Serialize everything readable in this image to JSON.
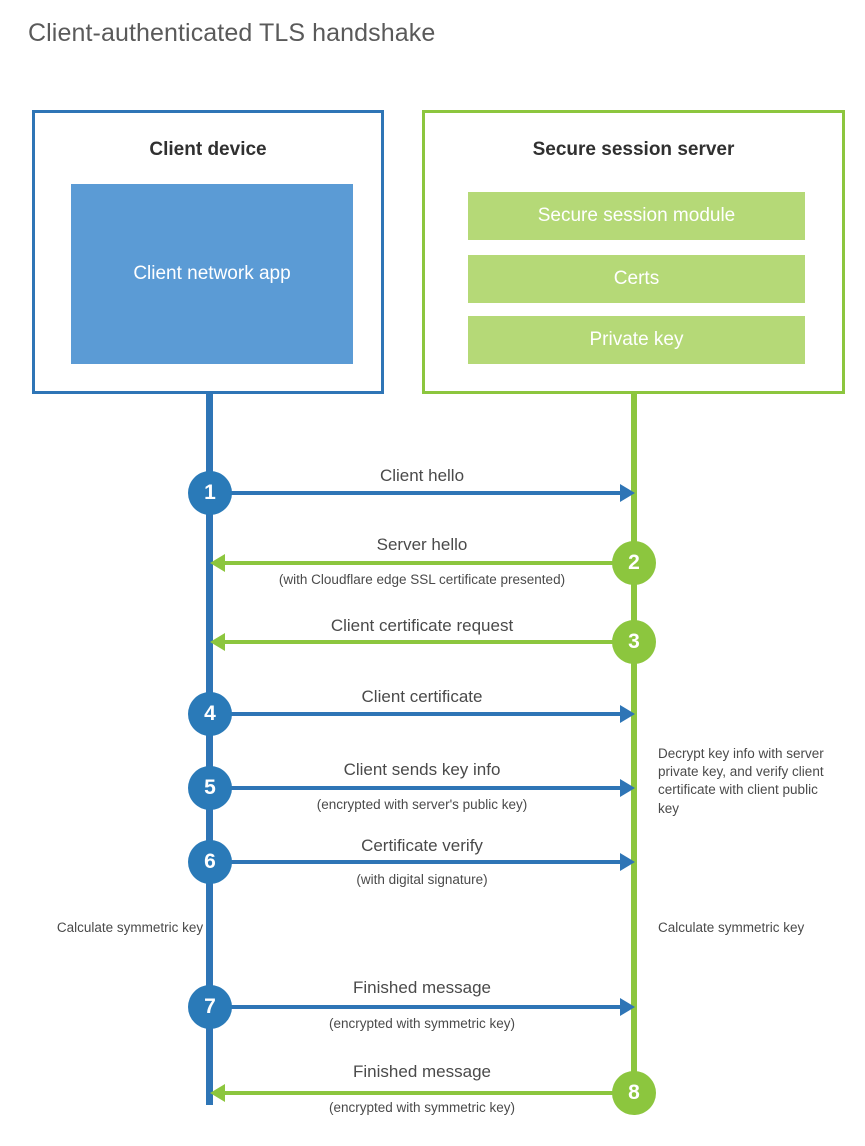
{
  "title": "Client-authenticated TLS handshake",
  "colors": {
    "blue_border": "#2e75b6",
    "blue_fill": "#5b9bd5",
    "blue_circle": "#2a7ab8",
    "green_border": "#8cc63e",
    "green_fill": "#b5d977",
    "green_circle": "#8cc63e",
    "title_text": "#5a5a5a",
    "body_text": "#4a4a4a"
  },
  "client_panel": {
    "title": "Client device",
    "block": "Client network app"
  },
  "server_panel": {
    "title": "Secure session server",
    "blocks": [
      "Secure session module",
      "Certs",
      "Private key"
    ]
  },
  "steps": [
    {
      "number": "1",
      "main": "Client hello",
      "sub": "",
      "direction": "client-to-server",
      "color": "blue"
    },
    {
      "number": "2",
      "main": "Server hello",
      "sub": "(with Cloudflare edge SSL certificate presented)",
      "direction": "server-to-client",
      "color": "green"
    },
    {
      "number": "3",
      "main": "Client certificate request",
      "sub": "",
      "direction": "server-to-client",
      "color": "green"
    },
    {
      "number": "4",
      "main": "Client certificate",
      "sub": "",
      "direction": "client-to-server",
      "color": "blue"
    },
    {
      "number": "5",
      "main": "Client sends key info",
      "sub": "(encrypted with server's public key)",
      "direction": "client-to-server",
      "color": "blue"
    },
    {
      "number": "6",
      "main": "Certificate verify",
      "sub": "(with digital signature)",
      "direction": "client-to-server",
      "color": "blue"
    },
    {
      "number": "7",
      "main": "Finished message",
      "sub": "(encrypted with symmetric key)",
      "direction": "client-to-server",
      "color": "blue"
    },
    {
      "number": "8",
      "main": "Finished message",
      "sub": "(encrypted with symmetric key)",
      "direction": "server-to-client",
      "color": "green"
    }
  ],
  "annotations": {
    "decrypt_note": "Decrypt key info with server private key, and verify client certificate with client public key",
    "calculate_left": "Calculate symmetric key",
    "calculate_right": "Calculate symmetric key"
  }
}
